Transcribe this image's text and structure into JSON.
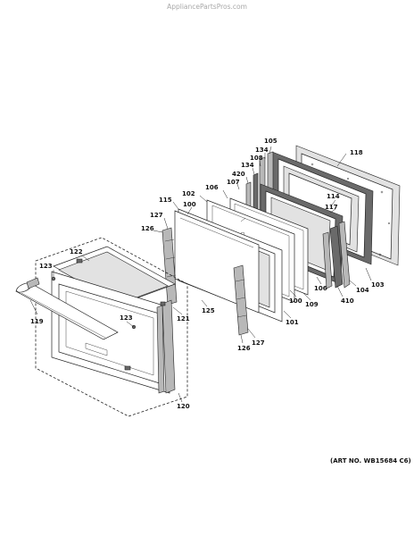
{
  "watermark": "AppliancePartsPros.com",
  "art_number": "(ART NO. WB15684 C6)",
  "callouts": [
    "105",
    "134",
    "108",
    "118",
    "134",
    "420",
    "107",
    "106",
    "102",
    "115",
    "100",
    "127",
    "126",
    "114",
    "117",
    "122",
    "123",
    "100",
    "109",
    "106",
    "104",
    "103",
    "410",
    "101",
    "125",
    "121",
    "123",
    "119",
    "127",
    "126",
    "120"
  ]
}
